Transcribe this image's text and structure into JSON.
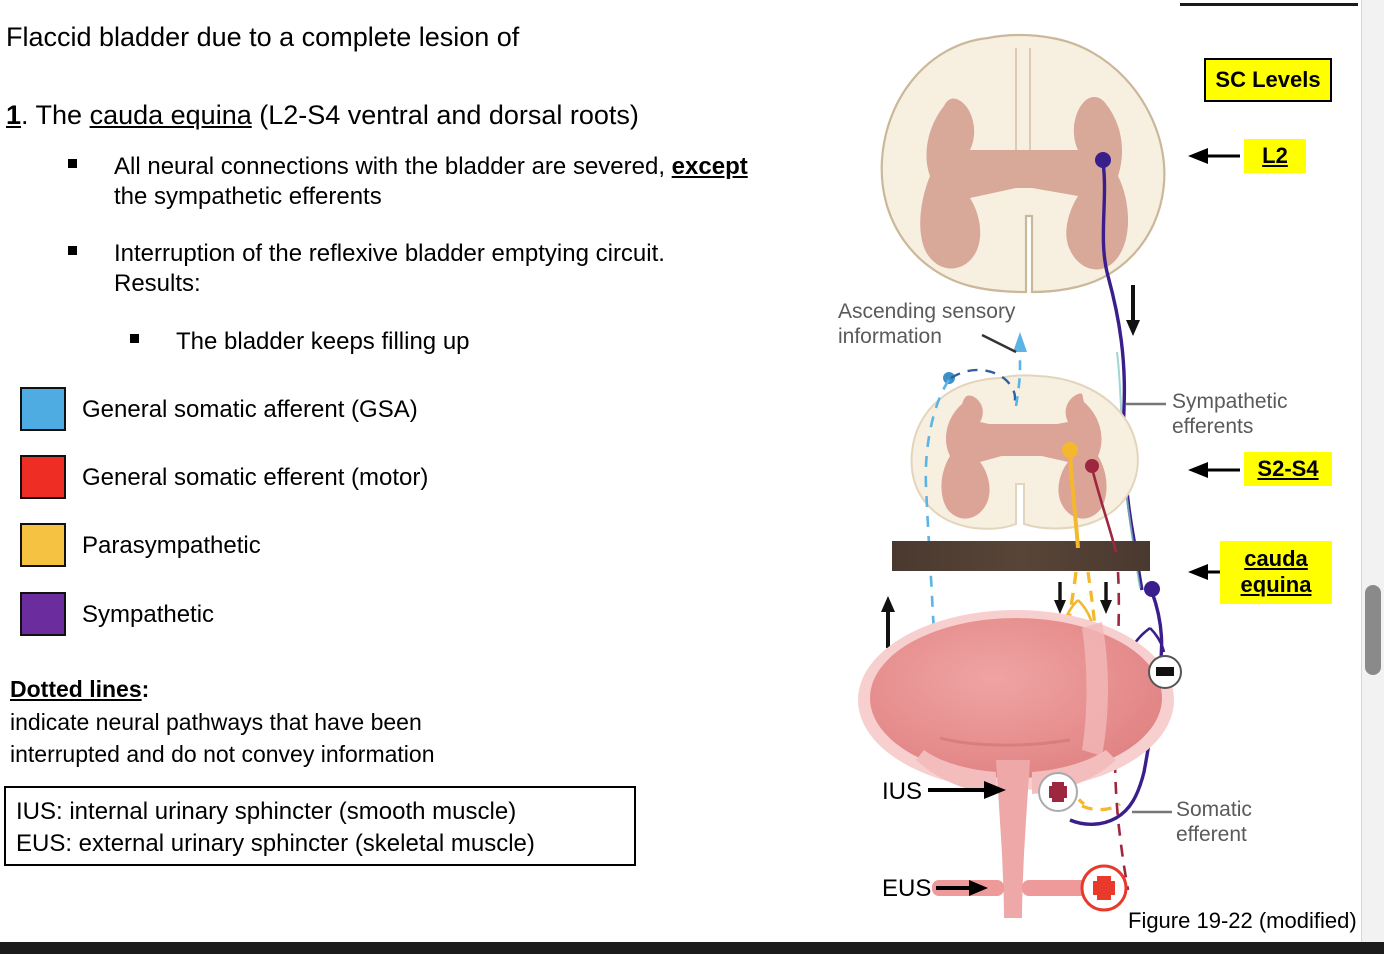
{
  "slide": {
    "title": "Flaccid bladder due to a complete lesion of",
    "point_number": "1",
    "point_prefix": ". The ",
    "point_underlined": "cauda equina",
    "point_suffix": " (L2-S4 ventral and dorsal roots)",
    "bullets": [
      {
        "level": 1,
        "pre": "All neural connections with the bladder are severed, ",
        "emph": "except",
        "post": " the sympathetic efferents"
      },
      {
        "level": 1,
        "pre": "Interruption of the reflexive bladder emptying circuit. Results:",
        "emph": "",
        "post": ""
      },
      {
        "level": 2,
        "pre": "The bladder keeps filling up",
        "emph": "",
        "post": ""
      }
    ]
  },
  "legend": {
    "items": [
      {
        "label": "General somatic afferent (GSA)",
        "color": "#4EACE2"
      },
      {
        "label": "General somatic efferent (motor)",
        "color": "#EE2E24"
      },
      {
        "label": "Parasympathetic",
        "color": "#F5C341"
      },
      {
        "label": "Sympathetic",
        "color": "#6B2D9E"
      }
    ]
  },
  "dotted_note": {
    "heading": "Dotted lines",
    "heading_colon": ":",
    "line1": "indicate neural pathways that have been",
    "line2": "interrupted and do not convey information"
  },
  "sphincter_box": {
    "line1": "IUS: internal urinary sphincter (smooth muscle)",
    "line2": "EUS: external urinary sphincter (skeletal muscle)"
  },
  "figure": {
    "caption": "Figure 19-22 (modified)",
    "sc_levels_label": "SC Levels",
    "level_l2": "L2",
    "level_s2s4": "S2-S4",
    "cauda_equina_line1": "cauda",
    "cauda_equina_line2": "equina",
    "ascending_line1": "Ascending sensory",
    "ascending_line2": "information",
    "sympathetic_line1": "Sympathetic",
    "sympathetic_line2": "efferents",
    "somatic_line1": "Somatic",
    "somatic_line2": "efferent",
    "ius_label": "IUS",
    "eus_label": "EUS",
    "plus_ius": "+",
    "plus_eus": "+",
    "minus_bladder": "−",
    "colors": {
      "white_matter": "#F7F0E0",
      "gray_matter": "#D8A898",
      "bladder": "#E58E8E",
      "bladder_rim": "#F7CFCF",
      "lesion_bar": "#4E3C32",
      "sympathetic": "#3A1E8C",
      "parasympathetic": "#F4B82E",
      "gsa": "#5BB4E5",
      "somatic_efferent": "#9E2740",
      "highlight": "#FFFF00"
    }
  }
}
